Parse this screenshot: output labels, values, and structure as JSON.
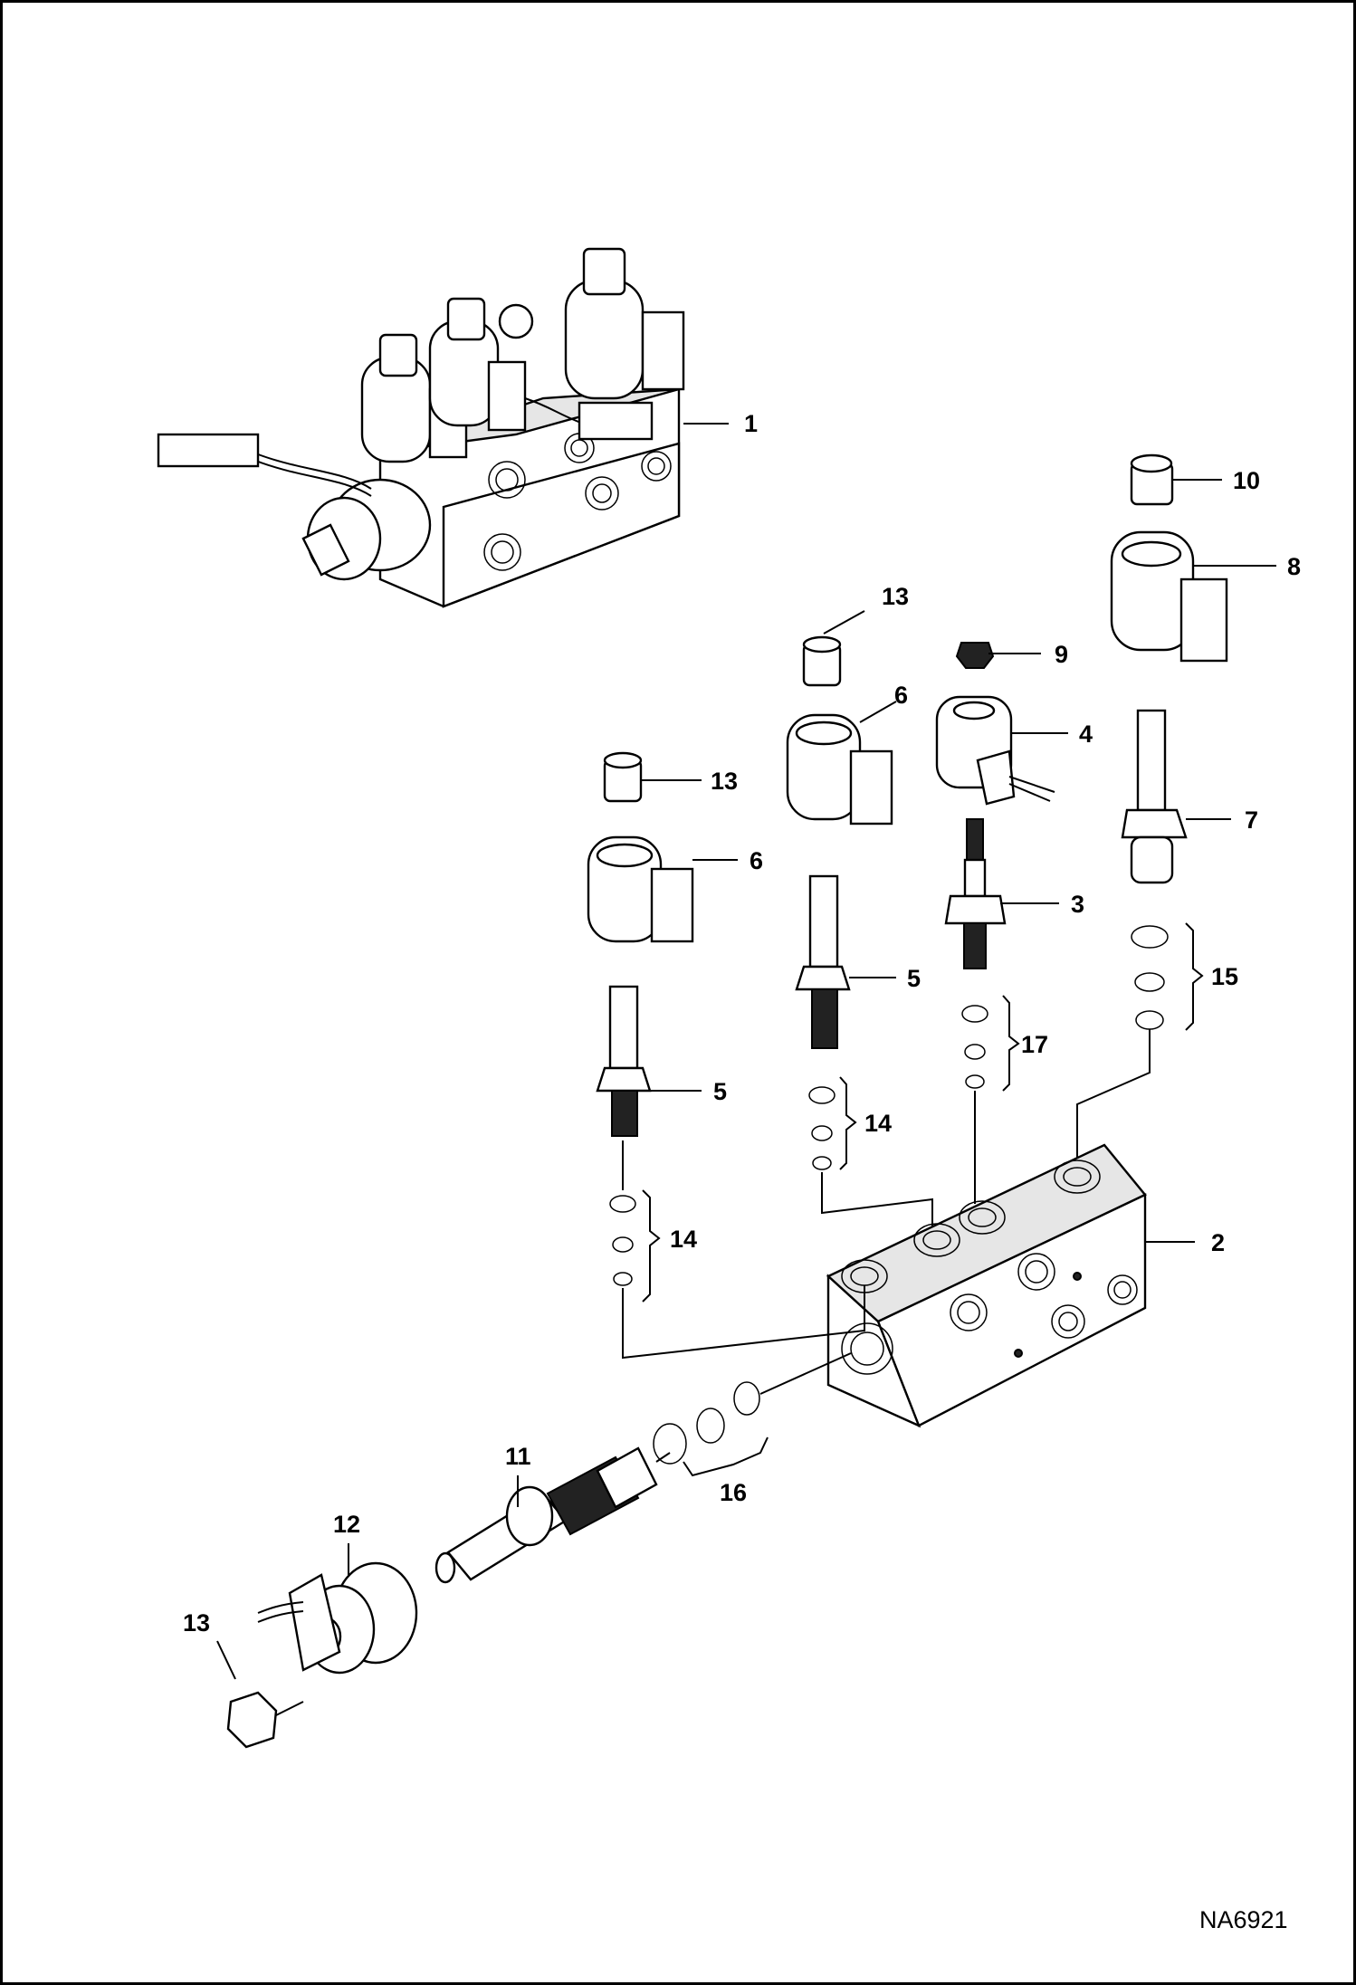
{
  "diagram": {
    "drawing_id": "NA6921",
    "callouts": [
      {
        "label": "1"
      },
      {
        "label": "10"
      },
      {
        "label": "8"
      },
      {
        "label": "13"
      },
      {
        "label": "9"
      },
      {
        "label": "6"
      },
      {
        "label": "4"
      },
      {
        "label": "13"
      },
      {
        "label": "7"
      },
      {
        "label": "6"
      },
      {
        "label": "3"
      },
      {
        "label": "5"
      },
      {
        "label": "15"
      },
      {
        "label": "17"
      },
      {
        "label": "5"
      },
      {
        "label": "14"
      },
      {
        "label": "14"
      },
      {
        "label": "2"
      },
      {
        "label": "11"
      },
      {
        "label": "12"
      },
      {
        "label": "16"
      },
      {
        "label": "13"
      }
    ]
  }
}
